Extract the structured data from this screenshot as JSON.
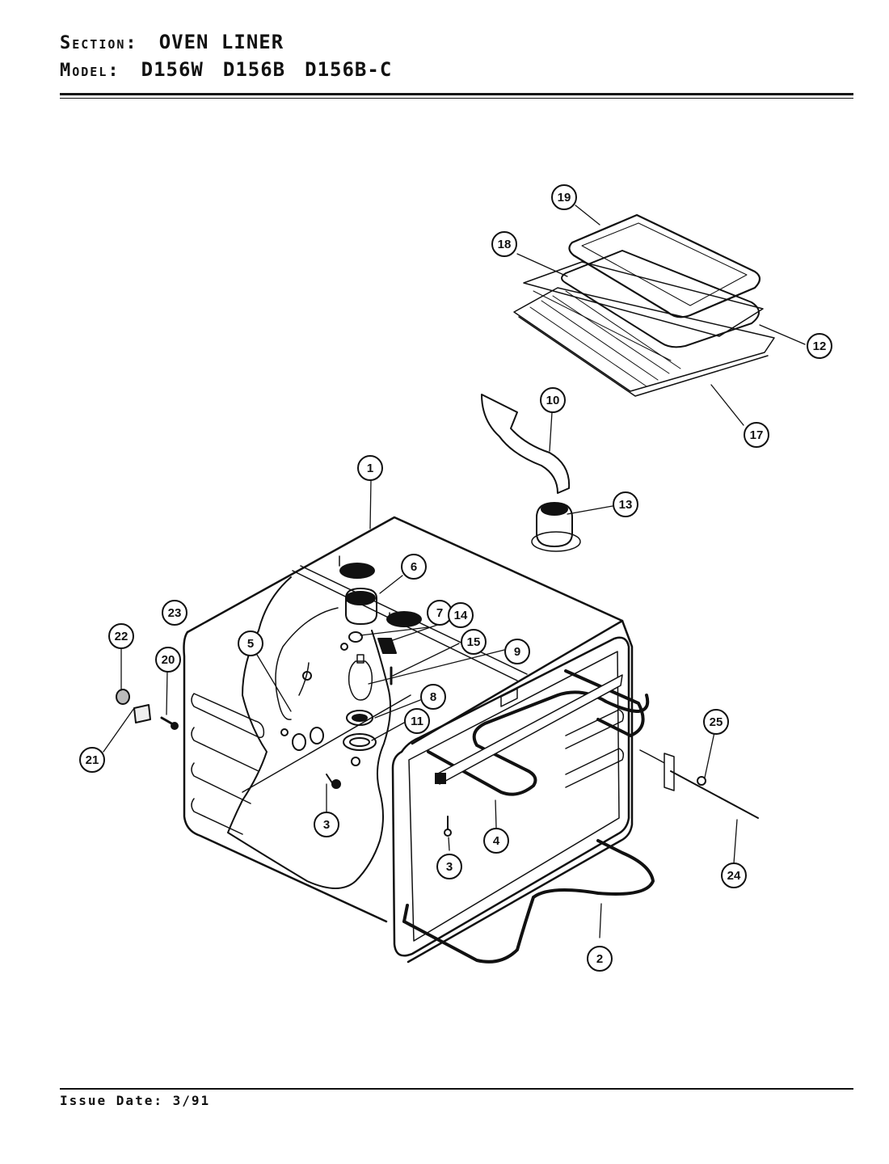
{
  "header": {
    "section_label": "Section:",
    "section_value": "OVEN LINER",
    "model_label": "Model:",
    "models": [
      "D156W",
      "D156B",
      "D156B-C"
    ]
  },
  "footer": {
    "issue_date": "Issue Date: 3/91"
  },
  "callouts": [
    {
      "id": "1",
      "label": "1"
    },
    {
      "id": "2",
      "label": "2"
    },
    {
      "id": "3a",
      "label": "3"
    },
    {
      "id": "3b",
      "label": "3"
    },
    {
      "id": "4",
      "label": "4"
    },
    {
      "id": "5",
      "label": "5"
    },
    {
      "id": "6",
      "label": "6"
    },
    {
      "id": "7",
      "label": "7"
    },
    {
      "id": "8",
      "label": "8"
    },
    {
      "id": "9",
      "label": "9"
    },
    {
      "id": "10",
      "label": "10"
    },
    {
      "id": "11",
      "label": "11"
    },
    {
      "id": "12",
      "label": "12"
    },
    {
      "id": "13",
      "label": "13"
    },
    {
      "id": "14",
      "label": "14"
    },
    {
      "id": "15",
      "label": "15"
    },
    {
      "id": "17",
      "label": "17"
    },
    {
      "id": "18",
      "label": "18"
    },
    {
      "id": "19",
      "label": "19"
    },
    {
      "id": "20",
      "label": "20"
    },
    {
      "id": "21",
      "label": "21"
    },
    {
      "id": "22",
      "label": "22"
    },
    {
      "id": "23",
      "label": "23"
    },
    {
      "id": "24",
      "label": "24"
    },
    {
      "id": "25",
      "label": "25"
    }
  ]
}
